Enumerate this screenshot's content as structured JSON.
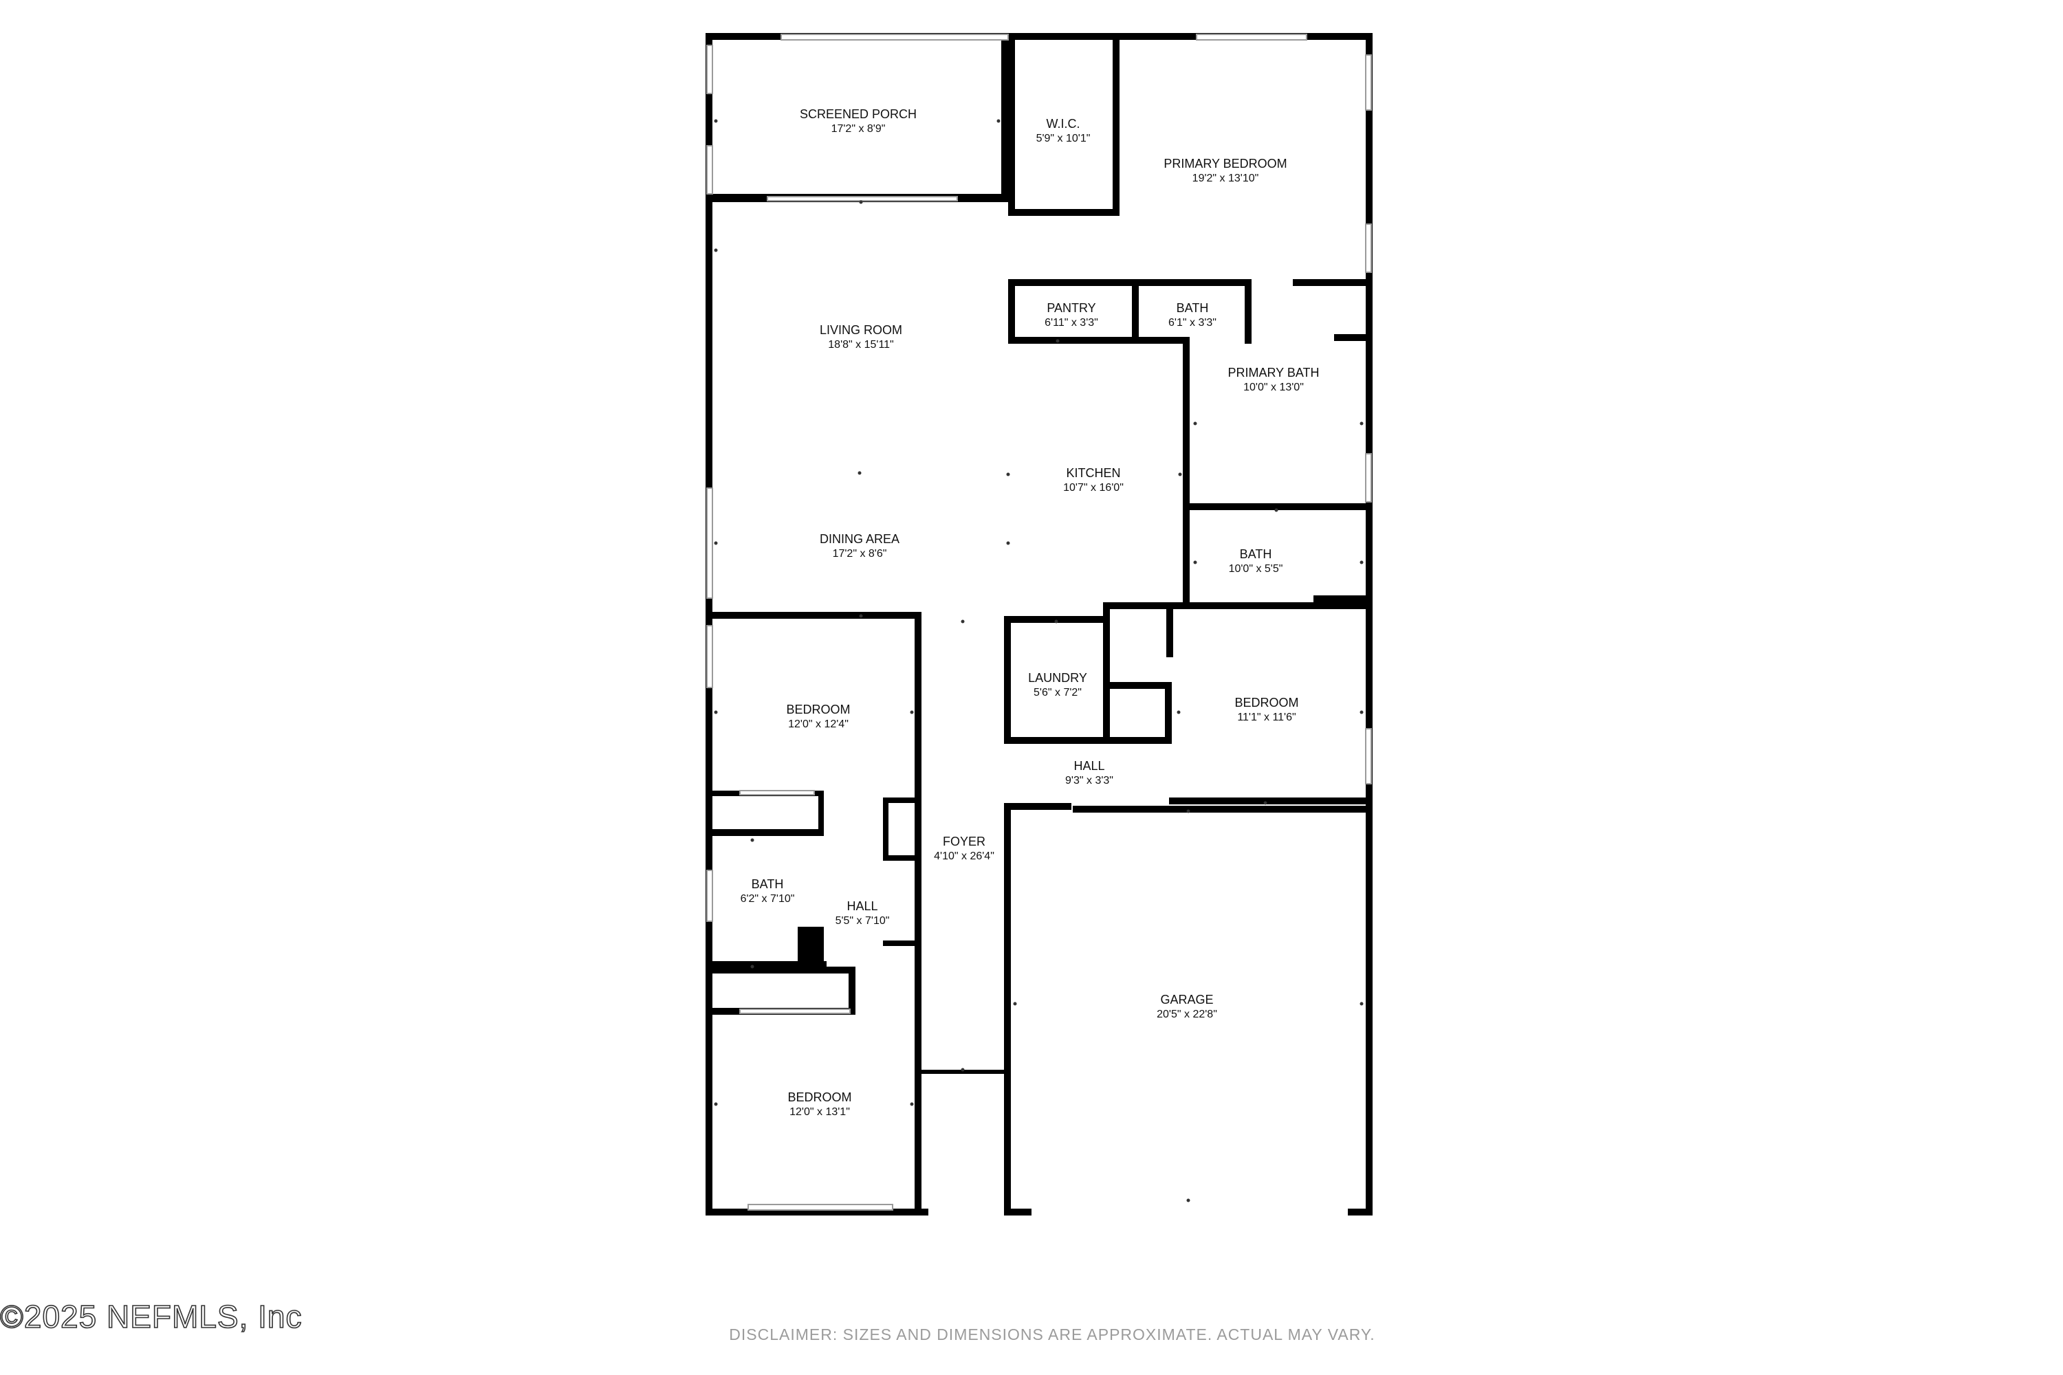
{
  "rooms": {
    "screened_porch": {
      "name": "SCREENED PORCH",
      "dims": "17'2\" x 8'9\""
    },
    "wic": {
      "name": "W.I.C.",
      "dims": "5'9\" x 10'1\""
    },
    "primary_bedroom": {
      "name": "PRIMARY BEDROOM",
      "dims": "19'2\" x 13'10\""
    },
    "living_room": {
      "name": "LIVING ROOM",
      "dims": "18'8\" x 15'11\""
    },
    "pantry": {
      "name": "PANTRY",
      "dims": "6'11\" x 3'3\""
    },
    "bath_upper": {
      "name": "BATH",
      "dims": "6'1\" x 3'3\""
    },
    "primary_bath": {
      "name": "PRIMARY BATH",
      "dims": "10'0\" x 13'0\""
    },
    "kitchen": {
      "name": "KITCHEN",
      "dims": "10'7\" x 16'0\""
    },
    "dining_area": {
      "name": "DINING AREA",
      "dims": "17'2\" x 8'6\""
    },
    "bath_right": {
      "name": "BATH",
      "dims": "10'0\" x 5'5\""
    },
    "laundry": {
      "name": "LAUNDRY",
      "dims": "5'6\" x 7'2\""
    },
    "bedroom_right": {
      "name": "BEDROOM",
      "dims": "11'1\" x 11'6\""
    },
    "bedroom_left_upper": {
      "name": "BEDROOM",
      "dims": "12'0\" x 12'4\""
    },
    "hall_right": {
      "name": "HALL",
      "dims": "9'3\" x 3'3\""
    },
    "foyer": {
      "name": "FOYER",
      "dims": "4'10\" x 26'4\""
    },
    "bath_left": {
      "name": "BATH",
      "dims": "6'2\" x 7'10\""
    },
    "hall_left": {
      "name": "HALL",
      "dims": "5'5\" x 7'10\""
    },
    "garage": {
      "name": "GARAGE",
      "dims": "20'5\" x 22'8\""
    },
    "bedroom_left_lower": {
      "name": "BEDROOM",
      "dims": "12'0\" x 13'1\""
    }
  },
  "copyright": "©2025 NEFMLS, Inc",
  "disclaimer": "DISCLAIMER: SIZES AND DIMENSIONS ARE APPROXIMATE. ACTUAL MAY VARY."
}
